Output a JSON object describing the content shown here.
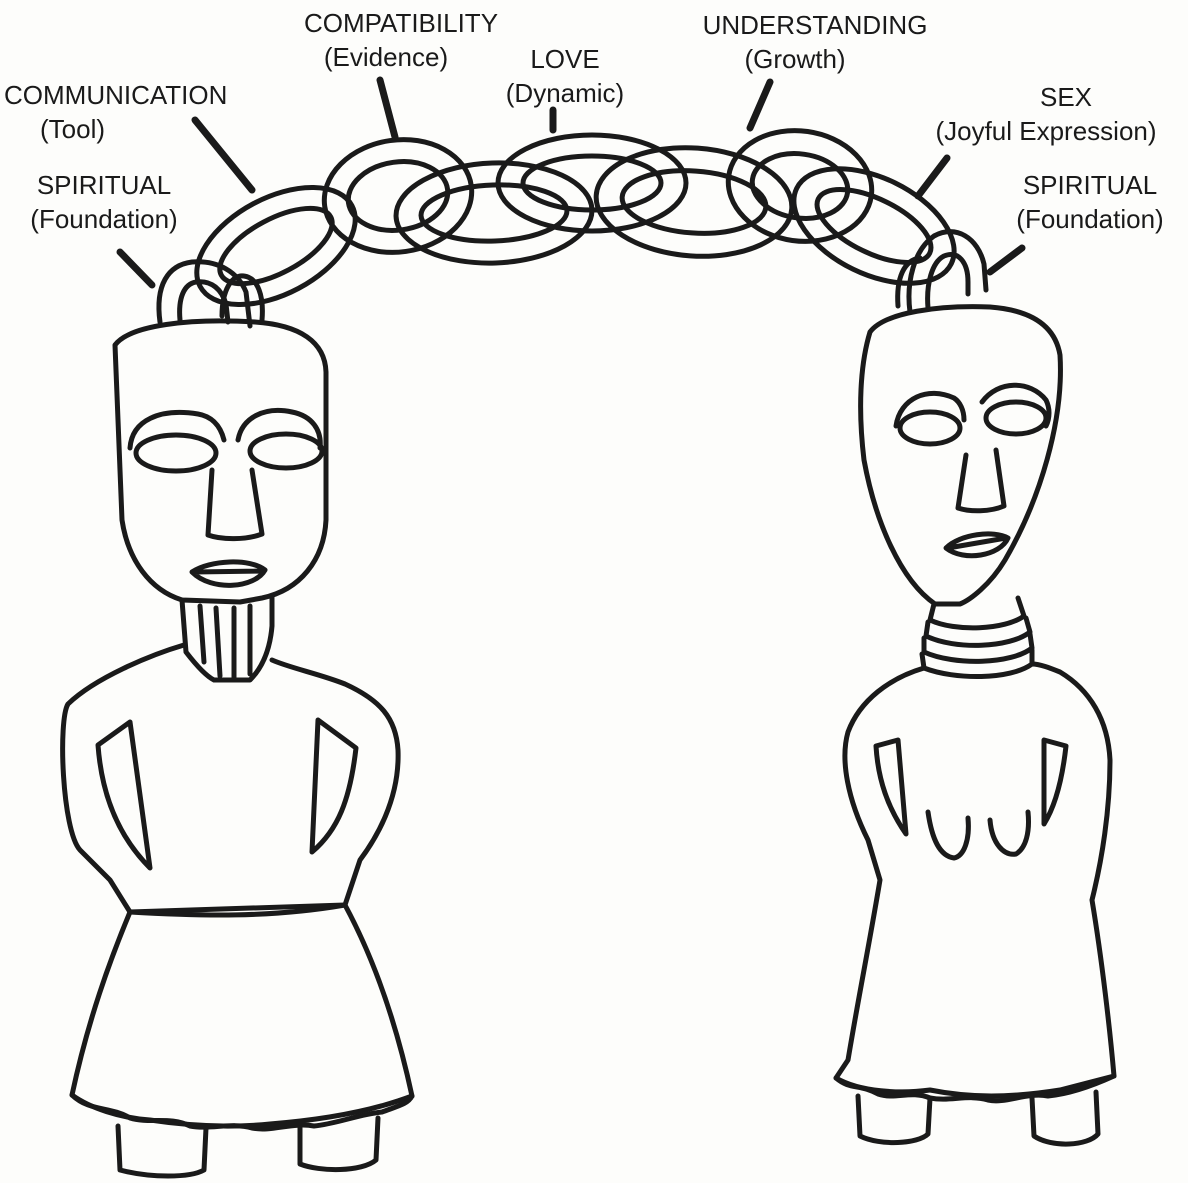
{
  "labels": [
    {
      "id": "spiritual-left",
      "title": "SPIRITUAL",
      "subtitle": "(Foundation)"
    },
    {
      "id": "communication",
      "title": "COMMUNICATION",
      "subtitle": "(Tool)"
    },
    {
      "id": "compatibility",
      "title": "COMPATIBILITY",
      "subtitle": "(Evidence)"
    },
    {
      "id": "love",
      "title": "LOVE",
      "subtitle": "(Dynamic)"
    },
    {
      "id": "understanding",
      "title": "UNDERSTANDING",
      "subtitle": "(Growth)"
    },
    {
      "id": "sex",
      "title": "SEX",
      "subtitle": "(Joyful Expression)"
    },
    {
      "id": "spiritual-right",
      "title": "SPIRITUAL",
      "subtitle": "(Foundation)"
    }
  ],
  "colors": {
    "ink": "#1a1a1a",
    "paper": "#fdfdfb"
  }
}
